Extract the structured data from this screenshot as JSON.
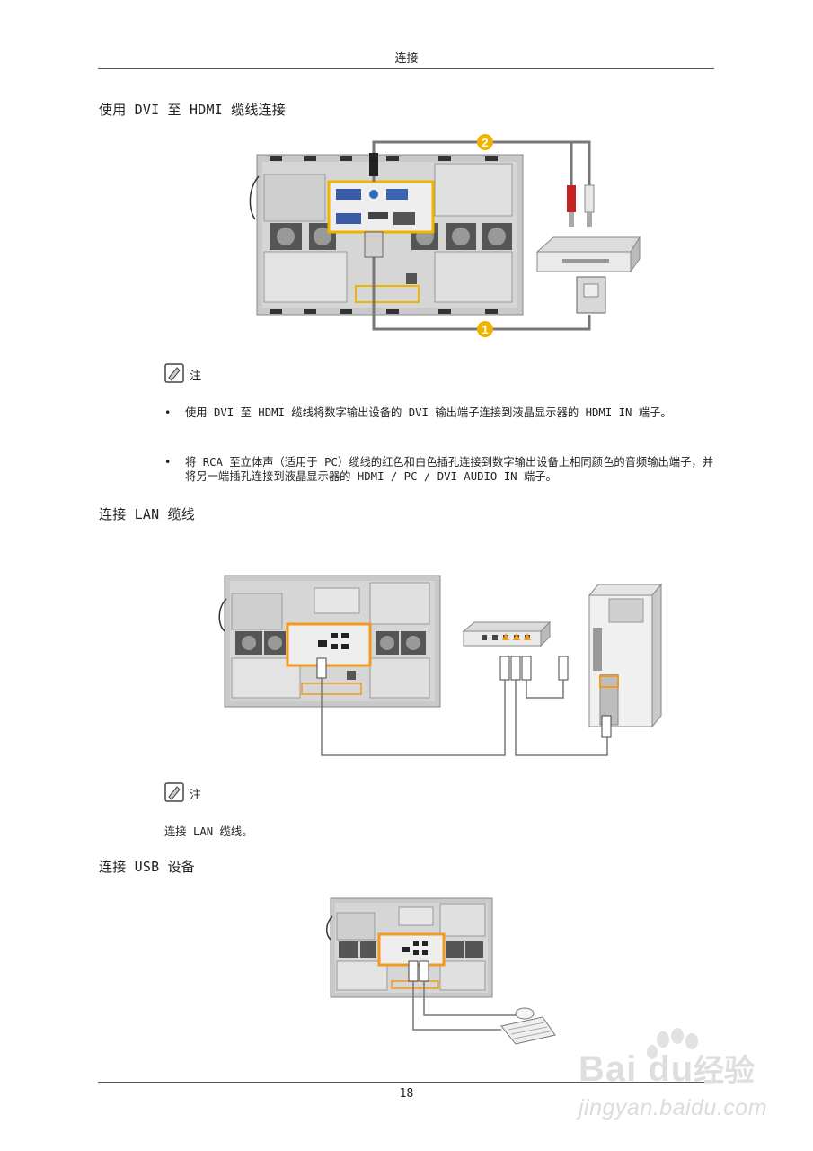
{
  "header": {
    "title": "连接"
  },
  "sections": {
    "dvi_hdmi": {
      "heading": "使用 DVI 至 HDMI 缆线连接",
      "callouts": [
        "1",
        "2"
      ],
      "note_label": "注",
      "bullets": [
        {
          "dot": "•",
          "text": "使用 DVI 至 HDMI 缆线将数字输出设备的 DVI 输出端子连接到液晶显示器的 HDMI IN 端子。"
        },
        {
          "dot": "•",
          "text": "将 RCA 至立体声（适用于 PC）缆线的红色和白色插孔连接到数字输出设备上相同颜色的音频输出端子，并将另一端插孔连接到液晶显示器的 HDMI / PC / DVI AUDIO IN 端子。"
        }
      ]
    },
    "lan": {
      "heading": "连接 LAN 缆线",
      "note_label": "注",
      "note_text": "连接 LAN 缆线。"
    },
    "usb": {
      "heading": "连接 USB 设备"
    }
  },
  "footer": {
    "page_number": "18"
  },
  "watermark": {
    "brand": "Baidu经验",
    "url": "jingyan.baidu.com"
  },
  "colors": {
    "highlight": "#f0b400",
    "callout": "#f0b400",
    "lan_highlight": "#f29a1f",
    "cable": "#777777"
  }
}
